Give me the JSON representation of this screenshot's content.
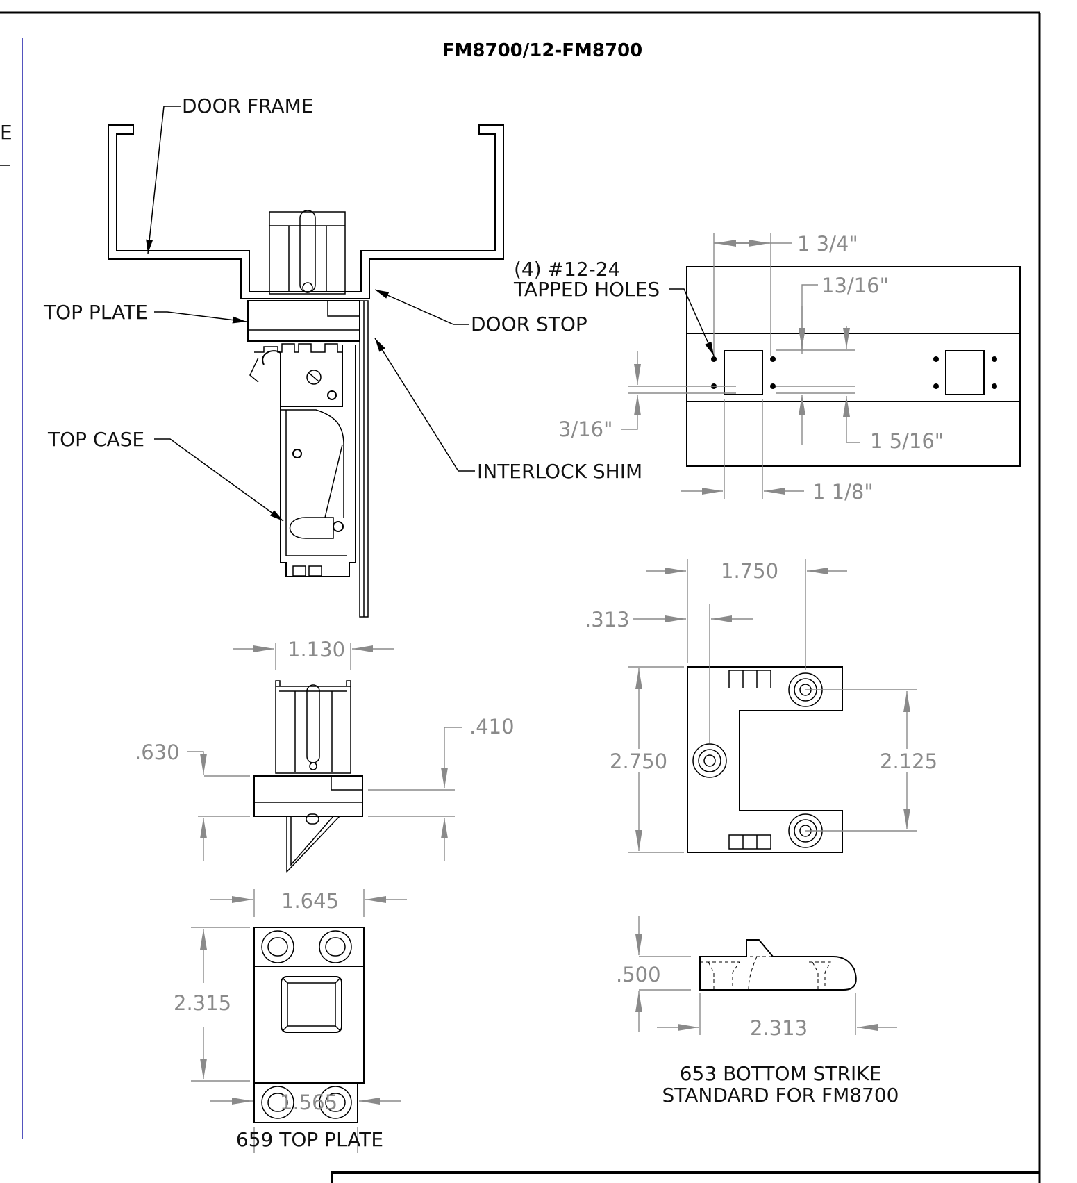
{
  "title": "FM8700/12-FM8700",
  "cropped_left_label": "E",
  "labels": {
    "door_frame": "DOOR FRAME",
    "top_plate": "TOP PLATE",
    "door_stop": "DOOR STOP",
    "top_case": "TOP CASE",
    "interlock_shim": "INTERLOCK SHIM",
    "tapped_holes_line1": "(4) #12-24",
    "tapped_holes_line2": "TAPPED HOLES"
  },
  "template_dims": {
    "d1": "1 3/4\"",
    "d2": "13/16\"",
    "d3": "3/16\"",
    "d4": "1 5/16\"",
    "d5": "1 1/8\""
  },
  "top_plate_side_dims": {
    "width": "1.130",
    "left_height": ".630",
    "right_height": ".410"
  },
  "top_plate_view_dims": {
    "top_width": "1.645",
    "height": "2.315",
    "bottom_width": "1.565"
  },
  "strike_dims": {
    "span": "1.750",
    "offset": ".313",
    "height": "2.750",
    "hole_spacing": "2.125",
    "thickness": ".500",
    "length": "2.313"
  },
  "captions": {
    "top_plate": "659 TOP PLATE",
    "strike_line1": "653 BOTTOM STRIKE",
    "strike_line2": "STANDARD FOR FM8700"
  }
}
